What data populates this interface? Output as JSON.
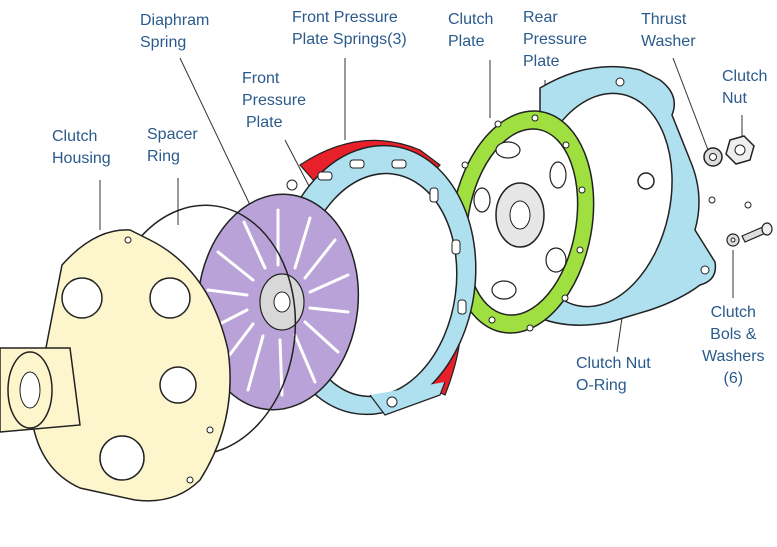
{
  "labels": {
    "clutch_housing": [
      "Clutch",
      "Housing"
    ],
    "spacer_ring": [
      "Spacer",
      "Ring"
    ],
    "diaphram_spring": [
      "Diaphram",
      "Spring"
    ],
    "front_pressure_plate": [
      "Front",
      "Pressure",
      "Plate"
    ],
    "front_pressure_plate_springs": [
      "Front Pressure",
      "Plate Springs(3)"
    ],
    "clutch_plate": [
      "Clutch",
      "Plate"
    ],
    "rear_pressure_plate": [
      "Rear",
      "Pressure",
      "Plate"
    ],
    "thrust_washer": [
      "Thrust",
      "Washer"
    ],
    "clutch_nut": [
      "Clutch",
      "Nut"
    ],
    "clutch_bolts_washers": [
      "Clutch",
      "Bols &",
      "Washers",
      "(6)"
    ],
    "clutch_nut_oring": [
      "Clutch Nut",
      "O-Ring"
    ]
  },
  "colors": {
    "label_text": "#2a5a8c",
    "housing": "#fdf6cc",
    "diaphragm": "#b9a2d8",
    "front_plate": "#aee0f0",
    "springs": "#e8202a",
    "clutch_plate": "#9fe040",
    "rear_plate": "#aee0f0",
    "outline": "#222222"
  }
}
